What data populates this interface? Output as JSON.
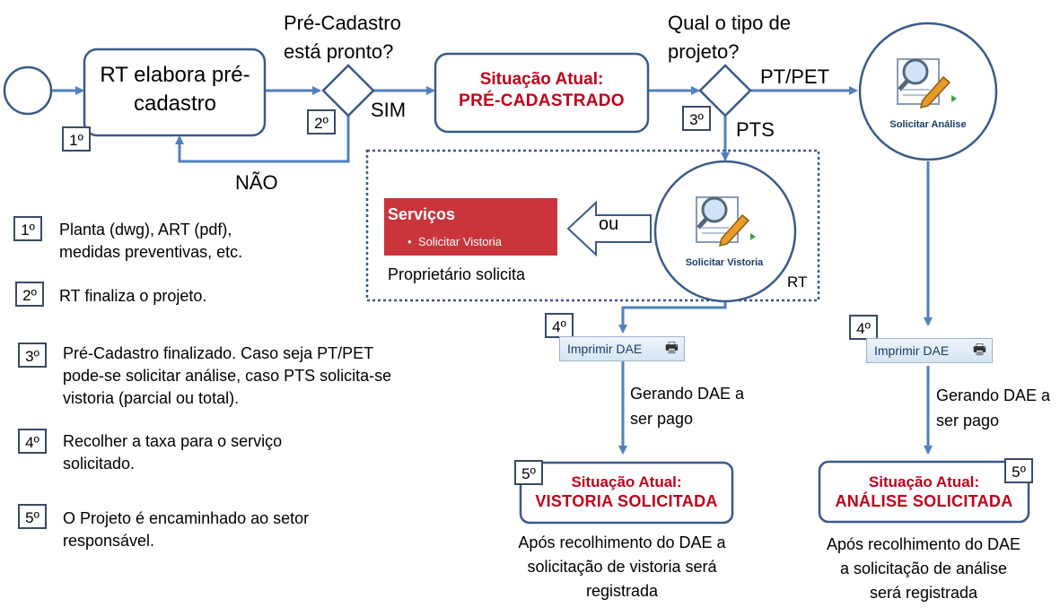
{
  "nodes": {
    "rt_task": "RT elabora pré-cadastro",
    "decision1_question": "Pré-Cadastro está pronto?",
    "yes_label": "SIM",
    "no_label": "NÃO",
    "status1_title": "Situação Atual:",
    "status1_value": "PRÉ-CADASTRADO",
    "decision2_question": "Qual o tipo de projeto?",
    "pt_pet_label": "PT/PET",
    "pts_label": "PTS",
    "solicitar_analise": "Solicitar Análise",
    "solicitar_vistoria": "Solicitar Vistoria",
    "rt_label": "RT",
    "ou_label": "ou",
    "servicos_title": "Serviços",
    "servicos_item": "Solicitar Vistoria",
    "proprietario_label": "Proprietário solicita",
    "imprimir_dae_left": "Imprimir DAE",
    "imprimir_dae_right": "Imprimir DAE",
    "gerando_left": "Gerando DAE a ser pago",
    "gerando_right": "Gerando DAE a ser pago",
    "status_vistoria_title": "Situação Atual:",
    "status_vistoria_value": "VISTORIA SOLICITADA",
    "status_analise_title": "Situação Atual:",
    "status_analise_value": "ANÁLISE SOLICITADA",
    "caption_vistoria": "Após recolhimento do DAE a solicitação de vistoria será registrada",
    "caption_analise": "Após recolhimento do DAE a solicitação de análise será registrada"
  },
  "steps": {
    "s1": "1º",
    "s2": "2º",
    "s3": "3º",
    "s4_left": "4º",
    "s4_right": "4º",
    "s5_left": "5º",
    "s5_right": "5º"
  },
  "legend": [
    {
      "step": "1º",
      "text": "Planta (dwg), ART (pdf), medidas preventivas, etc."
    },
    {
      "step": "2º",
      "text": "RT finaliza o projeto."
    },
    {
      "step": "3º",
      "text": "Pré-Cadastro finalizado. Caso seja PT/PET pode-se solicitar análise, caso PTS solicita-se vistoria (parcial ou total)."
    },
    {
      "step": "4º",
      "text": "Recolher a taxa para o serviço solicitado."
    },
    {
      "step": "5º",
      "text": "O Projeto é encaminhado ao setor responsável."
    }
  ],
  "colors": {
    "line": "#4f81bd",
    "box_border": "#3a5a8a",
    "status_red": "#c0001a",
    "servicos_bg": "#c9353b"
  },
  "icons": [
    "magnifier-pencil-icon",
    "printer-icon"
  ]
}
